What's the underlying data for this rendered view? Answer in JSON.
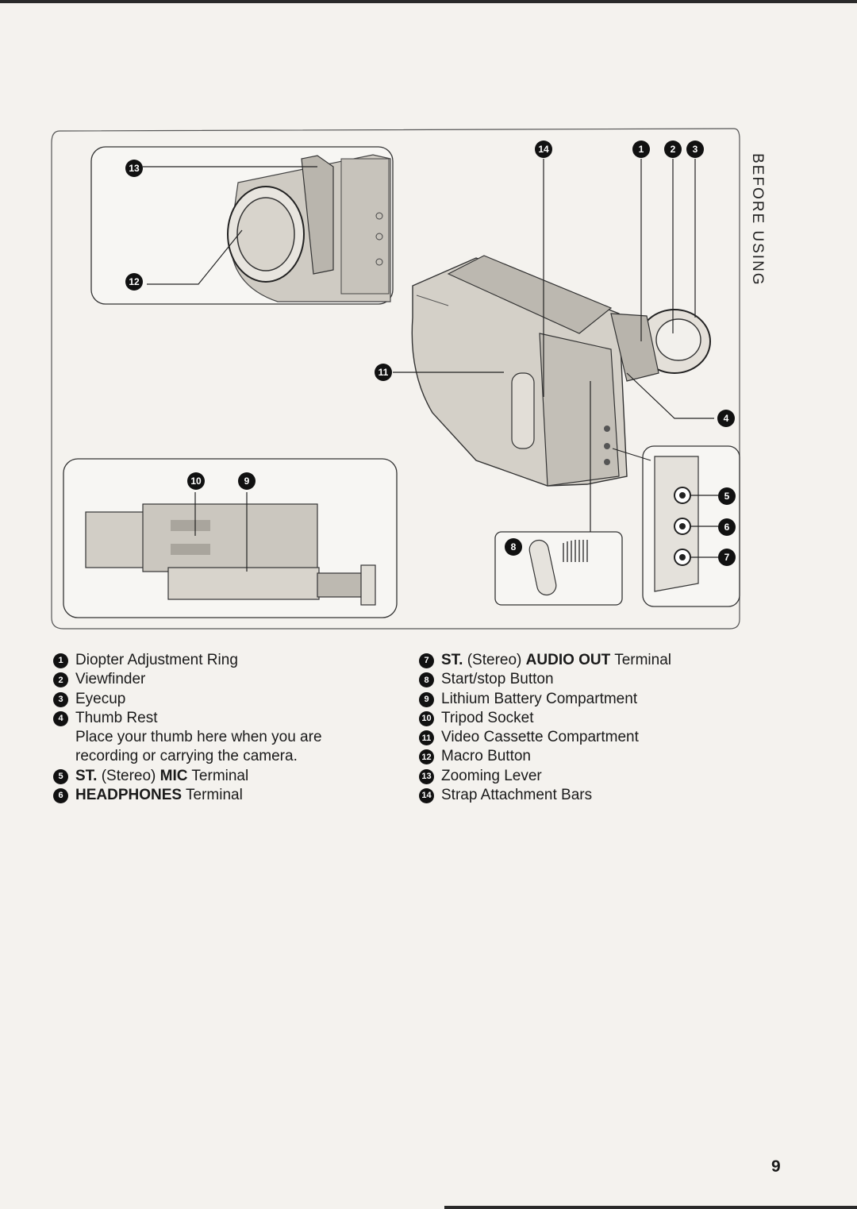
{
  "section_label": "BEFORE USING",
  "page_number": "9",
  "figure_callouts": [
    {
      "id": "c14",
      "text": "14"
    },
    {
      "id": "c1",
      "text": "1"
    },
    {
      "id": "c2",
      "text": "2"
    },
    {
      "id": "c3",
      "text": "3"
    },
    {
      "id": "c13",
      "text": "13"
    },
    {
      "id": "c12",
      "text": "12"
    },
    {
      "id": "c11",
      "text": "11"
    },
    {
      "id": "c4",
      "text": "4"
    },
    {
      "id": "c10",
      "text": "10"
    },
    {
      "id": "c9",
      "text": "9"
    },
    {
      "id": "c8",
      "text": "8"
    },
    {
      "id": "c5",
      "text": "5"
    },
    {
      "id": "c6",
      "text": "6"
    },
    {
      "id": "c7",
      "text": "7"
    }
  ],
  "legend_left": [
    {
      "num": "1",
      "parts": [
        {
          "text": "Diopter Adjustment Ring",
          "bold": false
        }
      ]
    },
    {
      "num": "2",
      "parts": [
        {
          "text": "Viewfinder",
          "bold": false
        }
      ]
    },
    {
      "num": "3",
      "parts": [
        {
          "text": "Eyecup",
          "bold": false
        }
      ]
    },
    {
      "num": "4",
      "parts": [
        {
          "text": "Thumb Rest",
          "bold": false
        }
      ],
      "description": "Place your thumb here when you are recording or carrying the camera."
    },
    {
      "num": "5",
      "parts": [
        {
          "text": "ST.",
          "bold": true
        },
        {
          "text": " (Stereo) ",
          "bold": false
        },
        {
          "text": "MIC",
          "bold": true
        },
        {
          "text": " Terminal",
          "bold": false
        }
      ]
    },
    {
      "num": "6",
      "parts": [
        {
          "text": "HEADPHONES",
          "bold": true
        },
        {
          "text": " Terminal",
          "bold": false
        }
      ]
    }
  ],
  "legend_right": [
    {
      "num": "7",
      "parts": [
        {
          "text": "ST.",
          "bold": true
        },
        {
          "text": " (Stereo) ",
          "bold": false
        },
        {
          "text": "AUDIO OUT",
          "bold": true
        },
        {
          "text": " Terminal",
          "bold": false
        }
      ]
    },
    {
      "num": "8",
      "parts": [
        {
          "text": "Start/stop Button",
          "bold": false
        }
      ]
    },
    {
      "num": "9",
      "parts": [
        {
          "text": "Lithium Battery Compartment",
          "bold": false
        }
      ]
    },
    {
      "num": "10",
      "parts": [
        {
          "text": "Tripod Socket",
          "bold": false
        }
      ]
    },
    {
      "num": "11",
      "parts": [
        {
          "text": "Video Cassette Compartment",
          "bold": false
        }
      ]
    },
    {
      "num": "12",
      "parts": [
        {
          "text": "Macro Button",
          "bold": false
        }
      ]
    },
    {
      "num": "13",
      "parts": [
        {
          "text": "Zooming Lever",
          "bold": false
        }
      ]
    },
    {
      "num": "14",
      "parts": [
        {
          "text": "Strap Attachment Bars",
          "bold": false
        }
      ]
    }
  ],
  "colors": {
    "ink": "#111111",
    "paper": "#f4f2ee",
    "drawing": "#bdbab3"
  }
}
